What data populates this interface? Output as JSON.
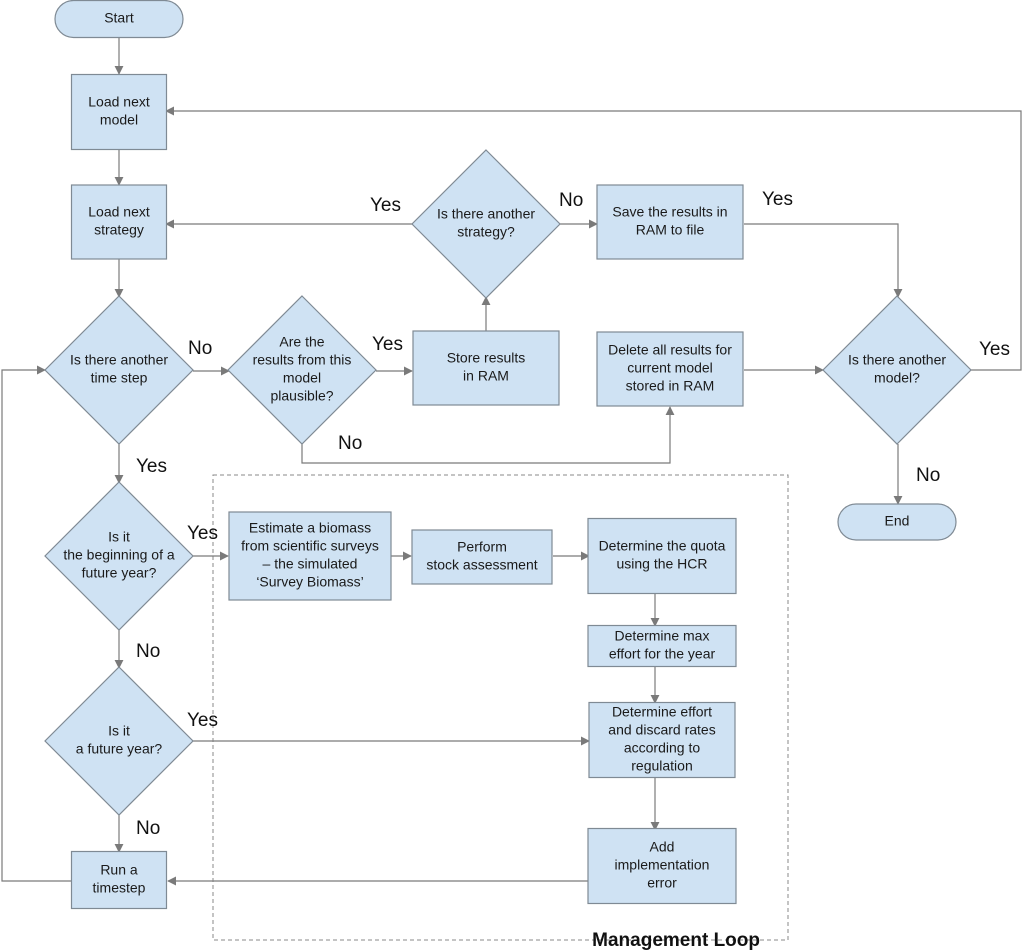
{
  "nodes": {
    "start": {
      "shape": "terminal",
      "lines": [
        "Start"
      ]
    },
    "load_model": {
      "shape": "process",
      "lines": [
        "Load next",
        "model"
      ]
    },
    "load_strategy": {
      "shape": "process",
      "lines": [
        "Load next",
        "strategy"
      ]
    },
    "another_timestep": {
      "shape": "decision",
      "lines": [
        "Is there another",
        "time step"
      ]
    },
    "plausible": {
      "shape": "decision",
      "lines": [
        "Are the",
        "results from this",
        "model",
        "plausible?"
      ]
    },
    "store_results": {
      "shape": "process",
      "lines": [
        "Store results",
        "in RAM"
      ]
    },
    "another_strategy": {
      "shape": "decision",
      "lines": [
        "Is there another",
        "strategy?"
      ]
    },
    "save_results": {
      "shape": "process",
      "lines": [
        "Save the results in",
        "RAM to file"
      ]
    },
    "delete_results": {
      "shape": "process",
      "lines": [
        "Delete all results for",
        "current model",
        "stored in RAM"
      ]
    },
    "another_model": {
      "shape": "decision",
      "lines": [
        "Is there another",
        "model?"
      ]
    },
    "end": {
      "shape": "terminal",
      "lines": [
        "End"
      ]
    },
    "beginning_future_year": {
      "shape": "decision",
      "lines": [
        "Is it",
        "the beginning of a",
        "future year?"
      ]
    },
    "estimate_biomass": {
      "shape": "process",
      "lines": [
        "Estimate a biomass",
        "from scientific surveys",
        "– the simulated",
        "‘Survey Biomass’"
      ]
    },
    "stock_assessment": {
      "shape": "process",
      "lines": [
        "Perform",
        "stock assessment"
      ]
    },
    "determine_quota": {
      "shape": "process",
      "lines": [
        "Determine the quota",
        "using the HCR"
      ]
    },
    "max_effort": {
      "shape": "process",
      "lines": [
        "Determine max",
        "effort for the year"
      ]
    },
    "effort_discard": {
      "shape": "process",
      "lines": [
        "Determine effort",
        "and discard rates",
        "according to",
        "regulation"
      ]
    },
    "implementation_error": {
      "shape": "process",
      "lines": [
        "Add",
        "implementation",
        "error"
      ]
    },
    "future_year": {
      "shape": "decision",
      "lines": [
        "Is it",
        "a future year?"
      ]
    },
    "run_timestep": {
      "shape": "process",
      "lines": [
        "Run a",
        "timestep"
      ]
    }
  },
  "edge_labels": {
    "strategy_yes": "Yes",
    "strategy_no": "No",
    "save_yes": "Yes",
    "timestep_no": "No",
    "plausible_yes": "Yes",
    "plausible_no": "No",
    "model_yes": "Yes",
    "model_no": "No",
    "timestep_yes": "Yes",
    "beginning_yes": "Yes",
    "beginning_no": "No",
    "future_yes": "Yes",
    "future_no": "No"
  },
  "group": {
    "label": "Management Loop"
  }
}
